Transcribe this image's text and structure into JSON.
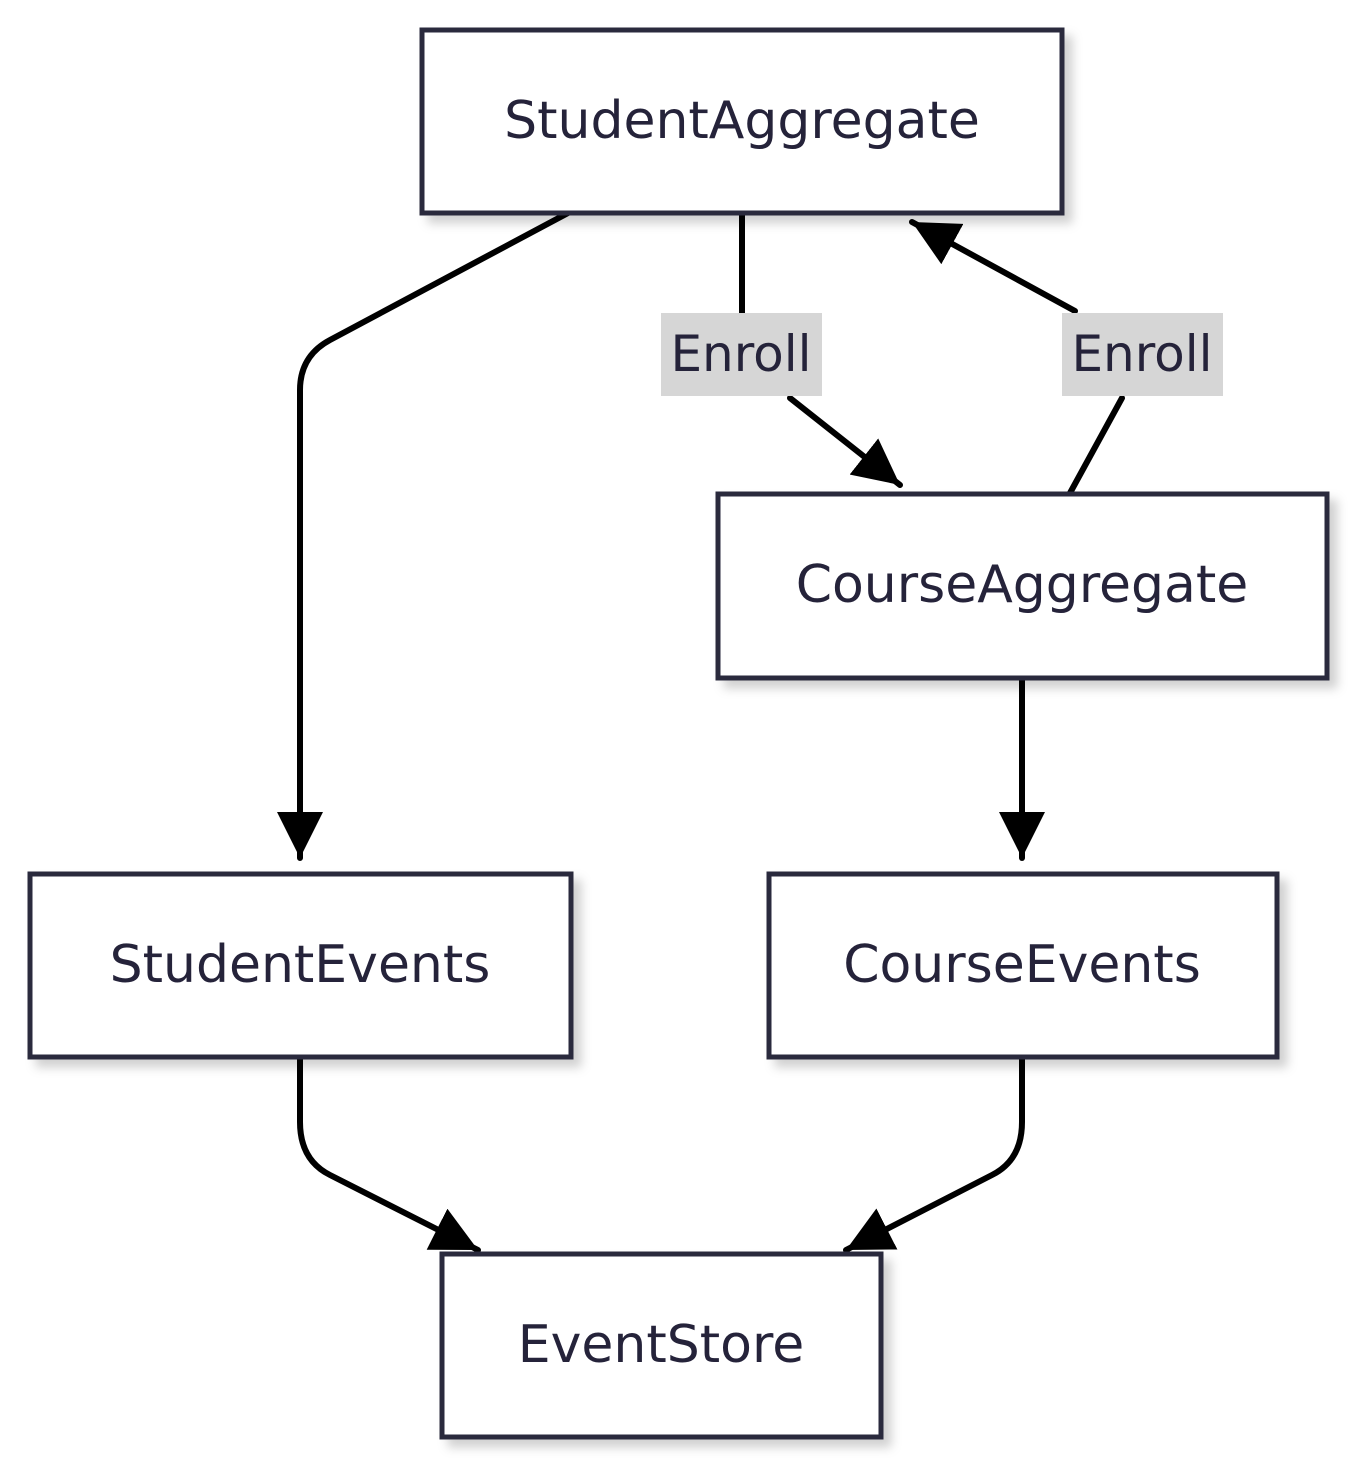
{
  "nodes": {
    "student_aggregate": "StudentAggregate",
    "course_aggregate": "CourseAggregate",
    "student_events": "StudentEvents",
    "course_events": "CourseEvents",
    "event_store": "EventStore"
  },
  "edges": {
    "enroll_to_course": "Enroll",
    "enroll_to_student": "Enroll"
  },
  "colors": {
    "node_border": "#2b2a3d",
    "node_text": "#25233a",
    "edge": "#000000",
    "edge_label_background": "#d6d6d6"
  }
}
